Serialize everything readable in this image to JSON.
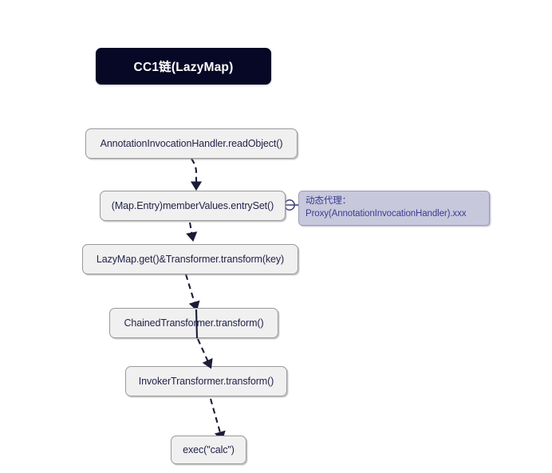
{
  "diagram": {
    "title": "CC1链(LazyMap)",
    "title_bg": "#070726",
    "title_fg": "#ffffff",
    "background": "#ffffff",
    "node_fill": "#f0f0f0",
    "node_border": "#9a9a9a",
    "node_text_color": "#23234b",
    "edge_color": "#1b1b3a",
    "note_fill": "#c8c8dc",
    "note_border": "#9a9ab4",
    "note_text_color": "#3b3b94"
  },
  "nodes": [
    {
      "id": "n1",
      "label": "AnnotationInvocationHandler.readObject()"
    },
    {
      "id": "n2",
      "label": "(Map.Entry)memberValues.entrySet()"
    },
    {
      "id": "n3",
      "label": "LazyMap.get()&Transformer.transform(key)"
    },
    {
      "id": "n4",
      "label": "ChainedTransformer.transform()"
    },
    {
      "id": "n5",
      "label": "InvokerTransformer.transform()"
    },
    {
      "id": "n6",
      "label": "exec(\"calc\")"
    }
  ],
  "note": {
    "line1": "动态代理：",
    "line2": "Proxy(AnnotationInvocationHandler).xxx"
  },
  "edges": [
    {
      "from": "n1",
      "to": "n2",
      "style": "dashed",
      "arrow": "triangle"
    },
    {
      "from": "n2",
      "to": "n3",
      "style": "dashed",
      "arrow": "triangle"
    },
    {
      "from": "n3",
      "to": "n4",
      "style": "dashed",
      "arrow": "triangle"
    },
    {
      "from": "n4",
      "to": "n5",
      "style": "dashed",
      "arrow": "triangle"
    },
    {
      "from": "n5",
      "to": "n6",
      "style": "dashed",
      "arrow": "triangle"
    },
    {
      "from": "n2",
      "to": "note",
      "style": "solid",
      "arrow": "circle-connector"
    }
  ]
}
